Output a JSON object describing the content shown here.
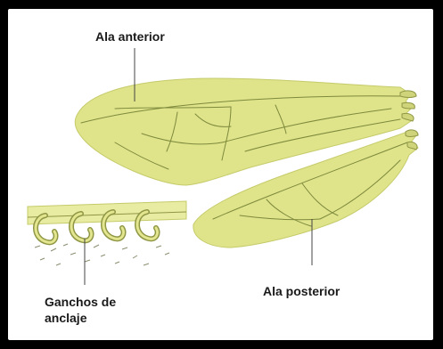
{
  "labels": {
    "forewing": "Ala anterior",
    "hindwing": "Ala posterior",
    "hooks_line1": "Ganchos de",
    "hooks_line2": "anclaje"
  },
  "colors": {
    "frame": "#000000",
    "background": "#ffffff",
    "wing_fill": "#dfe38a",
    "wing_vein": "#7d8a3c",
    "leader_line": "#444444",
    "hook_fill": "#e3e58f",
    "hook_stroke": "#8f9745"
  }
}
